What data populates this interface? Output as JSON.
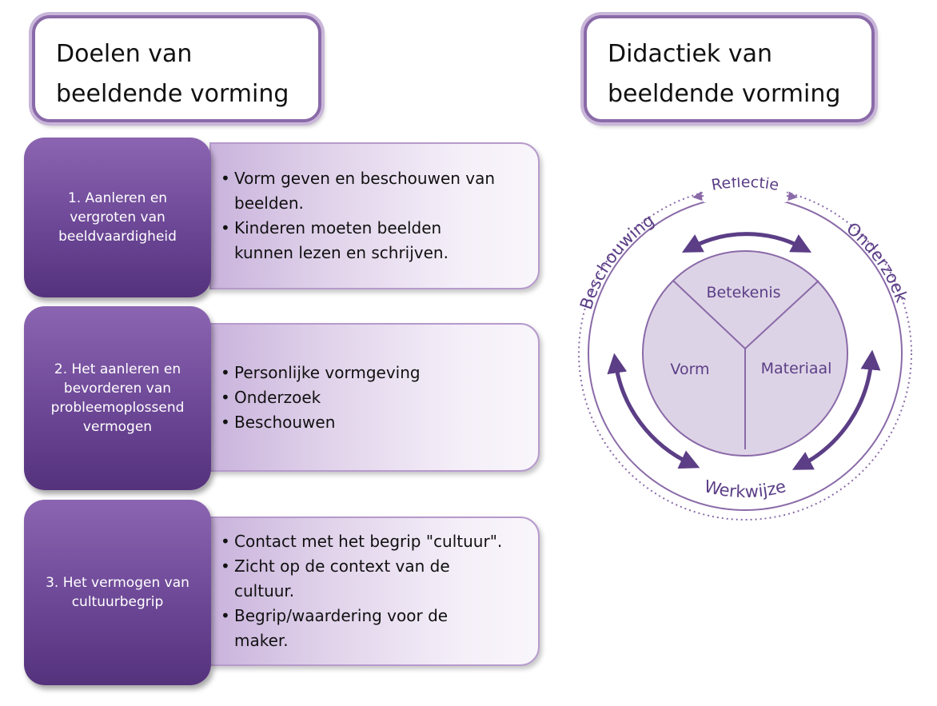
{
  "left_title": {
    "lines": [
      "Doelen van",
      "beeldende vorming"
    ]
  },
  "right_title": {
    "lines": [
      "Didactiek van",
      "beeldende vorming"
    ]
  },
  "goals": [
    {
      "label_lines": [
        "1. Aanleren en",
        "vergroten van",
        "beeldvaardigheid"
      ],
      "bullets": [
        [
          "Vorm geven en beschouwen  van",
          "beelden."
        ],
        [
          "Kinderen moeten beelden",
          "kunnen lezen en schrijven."
        ]
      ]
    },
    {
      "label_lines": [
        "2. Het aanleren en",
        "bevorderen van",
        "probleemoplossend",
        "vermogen"
      ],
      "bullets": [
        [
          "Personlijke vormgeving"
        ],
        [
          "Onderzoek"
        ],
        [
          "Beschouwen"
        ]
      ]
    },
    {
      "label_lines": [
        "3. Het vermogen van",
        "cultuurbegrip"
      ],
      "bullets": [
        [
          "Contact met het begrip \"cultuur\"."
        ],
        [
          "Zicht op de context van de",
          "cultuur."
        ],
        [
          "Begrip/waardering voor de",
          "maker."
        ]
      ]
    }
  ],
  "cycle": {
    "outer_label": "Reflectie",
    "ring_labels": {
      "left": "Beschouwing",
      "right": "Onderzoek",
      "bottom": "Werkwijze"
    },
    "segments": [
      "Betekenis",
      "Vorm",
      "Materiaal"
    ],
    "colors": {
      "primary": "#5b3e86",
      "inner_fill": "#ddd3e6",
      "outer_ring": "#8a6aa8"
    }
  }
}
